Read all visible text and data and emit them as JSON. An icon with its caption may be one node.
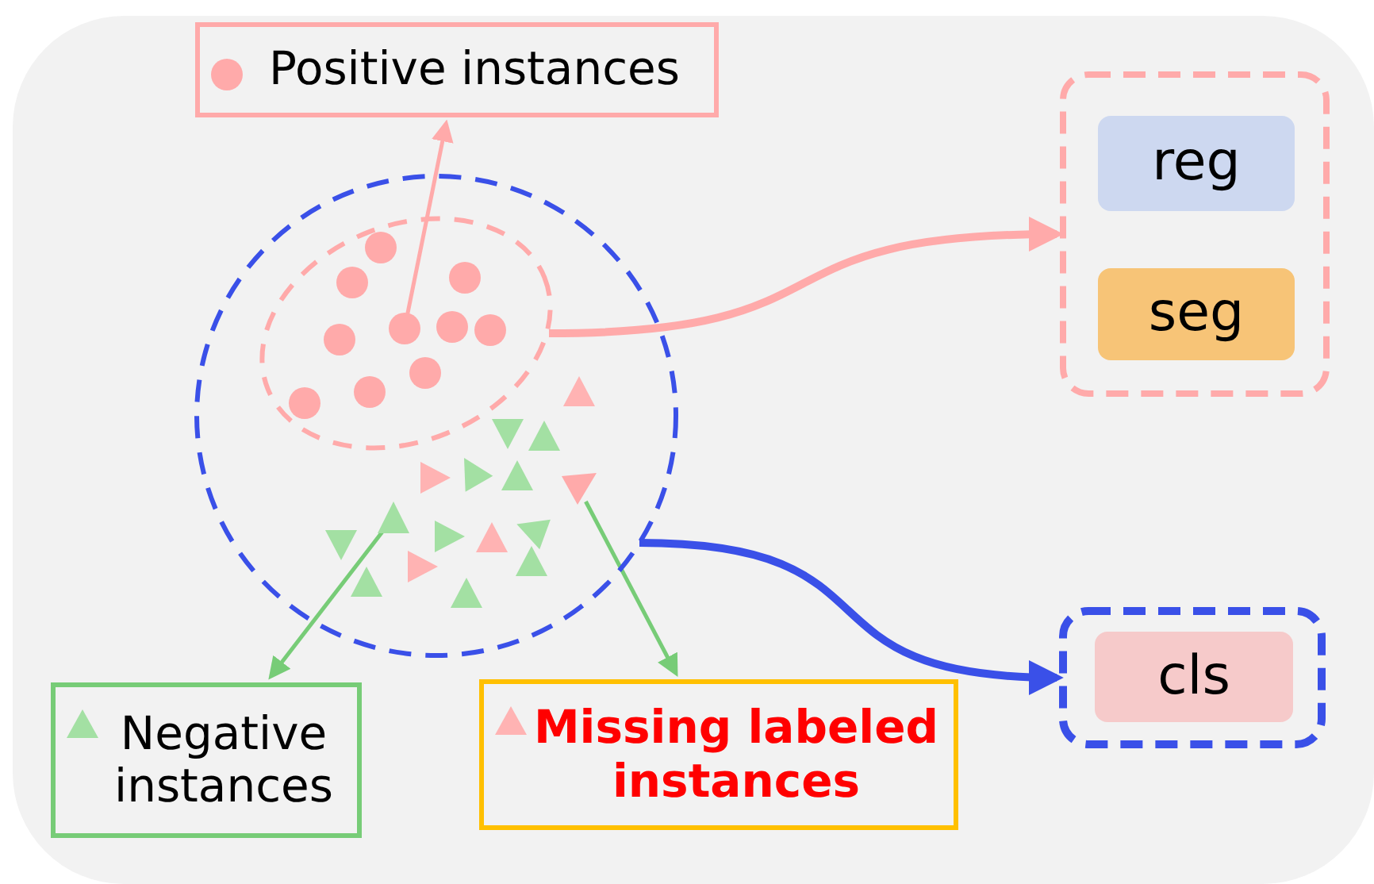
{
  "diagram": {
    "nodes": [
      {
        "text": [
          "Positive instances"
        ]
      },
      {
        "text": [],
        "shape": "circle"
      },
      {
        "text": [],
        "shape": "ellipse",
        "in": 1
      },
      {
        "text": [],
        "shape": "circle",
        "in": 2
      },
      {
        "text": [],
        "shape": "triangle",
        "in": 1
      },
      {
        "text": [],
        "shape": "triangle",
        "in": 1
      },
      {
        "text": [],
        "shape": "box"
      },
      {
        "text": [
          "reg"
        ],
        "in": 6
      },
      {
        "text": [
          "seg"
        ],
        "in": 6
      },
      {
        "text": [
          "Negative instances"
        ]
      },
      {
        "text": [
          "Missing labeled instances"
        ]
      },
      {
        "text": [],
        "shape": "box"
      },
      {
        "text": [
          "cls"
        ],
        "in": 11
      },
      {
        "text": [],
        "shape": "circle",
        "in": 2
      },
      {
        "text": [],
        "shape": "circle",
        "in": 2
      },
      {
        "text": [],
        "shape": "circle",
        "in": 2
      },
      {
        "text": [],
        "shape": "circle",
        "in": 2
      },
      {
        "text": [],
        "shape": "circle",
        "in": 2
      },
      {
        "text": [],
        "shape": "circle",
        "in": 2
      },
      {
        "text": [],
        "shape": "circle",
        "in": 2
      },
      {
        "text": [],
        "shape": "circle",
        "in": 2
      },
      {
        "text": [],
        "shape": "circle",
        "in": 2
      },
      {
        "text": [],
        "shape": "triangle",
        "in": 1
      },
      {
        "text": [],
        "shape": "triangle",
        "in": 1
      },
      {
        "text": [],
        "shape": "triangle",
        "in": 1
      },
      {
        "text": [],
        "shape": "triangle",
        "in": 1
      },
      {
        "text": [],
        "shape": "triangle",
        "in": 1
      },
      {
        "text": [],
        "shape": "triangle",
        "in": 1
      },
      {
        "text": [],
        "shape": "triangle",
        "in": 1
      },
      {
        "text": [],
        "shape": "triangle",
        "in": 1
      },
      {
        "text": [],
        "shape": "triangle",
        "in": 1
      },
      {
        "text": [],
        "shape": "triangle",
        "in": 1
      },
      {
        "text": [],
        "shape": "triangle",
        "in": 1
      },
      {
        "text": [],
        "shape": "triangle",
        "in": 1
      },
      {
        "text": [],
        "shape": "triangle",
        "in": 1
      },
      {
        "text": [],
        "shape": "triangle",
        "in": 1
      }
    ],
    "edges": [
      {
        "from": 3,
        "to": 0,
        "arrow": "to",
        "color": "#ffaaaa"
      },
      {
        "from": 2,
        "to": 6,
        "arrow": "to",
        "style": "thick",
        "color": "#ffaaaa"
      },
      {
        "from": 4,
        "to": 9,
        "arrow": "to",
        "color": "#77cc77"
      },
      {
        "from": 5,
        "to": 10,
        "arrow": "to",
        "color": "#77cc77"
      },
      {
        "from": 1,
        "to": 11,
        "arrow": "to",
        "style": "thick",
        "color": "#3a50e8"
      }
    ]
  }
}
